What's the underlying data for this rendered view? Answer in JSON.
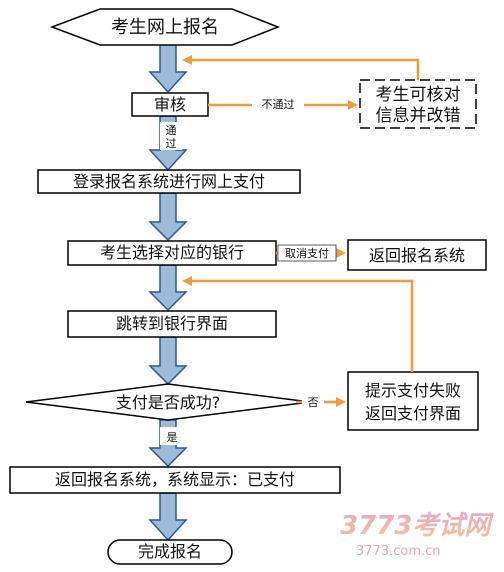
{
  "nodes": {
    "start": "考生网上报名",
    "review": "审核",
    "fix": [
      "考生可核对",
      "信息并改错"
    ],
    "login": "登录报名系统进行网上支付",
    "choose_bank": "考生选择对应的银行",
    "back_system": "返回报名系统",
    "jump_bank": "跳转到银行界面",
    "decision": "支付是否成功?",
    "fail": [
      "提示支付失败",
      "返回支付界面"
    ],
    "done_paid": "返回报名系统，系统显示：已支付",
    "end": "完成报名"
  },
  "edges": {
    "not_pass": "不通过",
    "pass": [
      "通",
      "过"
    ],
    "cancel_pay": "取消支付",
    "no": "否",
    "yes": "是"
  },
  "watermark": {
    "logo": "3773考试网",
    "url": "3773.com.cn"
  },
  "colors": {
    "arrow_fill": "#9bbbd9",
    "arrow_stroke": "#2f5597",
    "orange": "#f19a3e"
  }
}
